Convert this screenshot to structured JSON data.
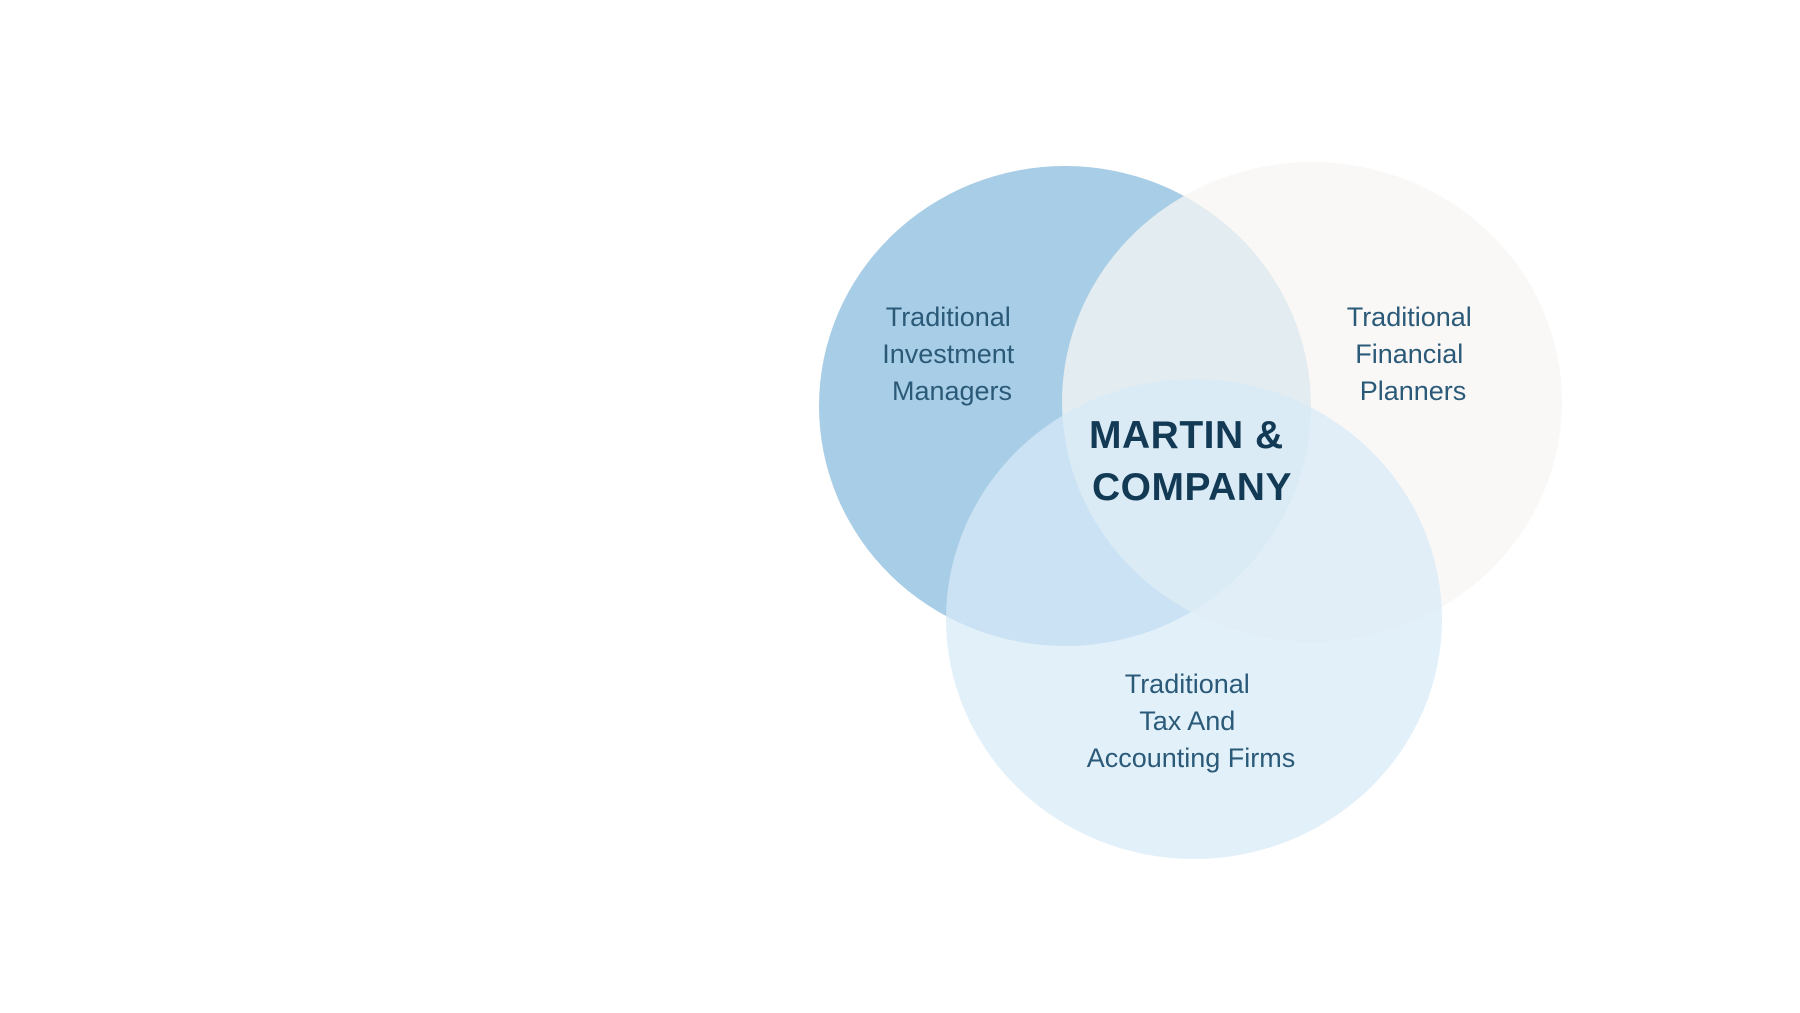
{
  "diagram": {
    "circles": [
      {
        "id": "investment",
        "lines": [
          "Traditional",
          "Investment",
          "Managers"
        ],
        "fill": "#a8cde6"
      },
      {
        "id": "financial",
        "lines": [
          "Traditional",
          "Financial",
          "Planners"
        ],
        "fill": "#f7f6f3"
      },
      {
        "id": "tax",
        "lines": [
          "Traditional",
          "Tax And",
          "Accounting Firms"
        ],
        "fill": "#d7eaf8"
      }
    ],
    "center": {
      "lines": [
        "MARTIN &",
        "COMPANY"
      ]
    },
    "colors": {
      "label": "#2b5a79",
      "center_label": "#123a55"
    }
  }
}
